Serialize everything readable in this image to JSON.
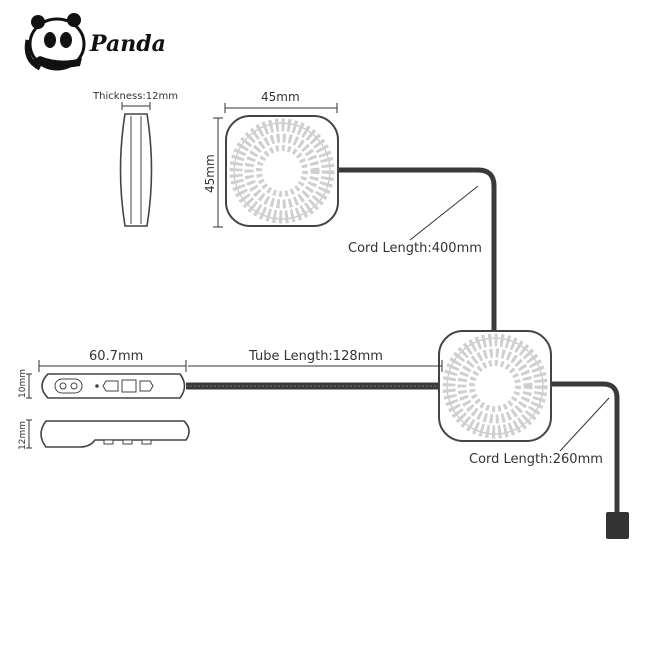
{
  "brand": {
    "name": "Panda",
    "logo_icon": "panda-logo-icon"
  },
  "dimensions": {
    "thickness_label": "Thickness:12mm",
    "speaker_width_label": "45mm",
    "speaker_height_label": "45mm",
    "cord_length_top_label": "Cord Length:400mm",
    "remote_length_label": "60.7mm",
    "tube_length_label": "Tube Length:128mm",
    "remote_height_label": "10mm",
    "remote_depth_label": "12mm",
    "cord_length_bottom_label": "Cord Length:260mm"
  },
  "colors": {
    "line": "#333333",
    "cable": "#3a3a3a",
    "outline": "#444444",
    "dots": "#cfcfcf"
  }
}
